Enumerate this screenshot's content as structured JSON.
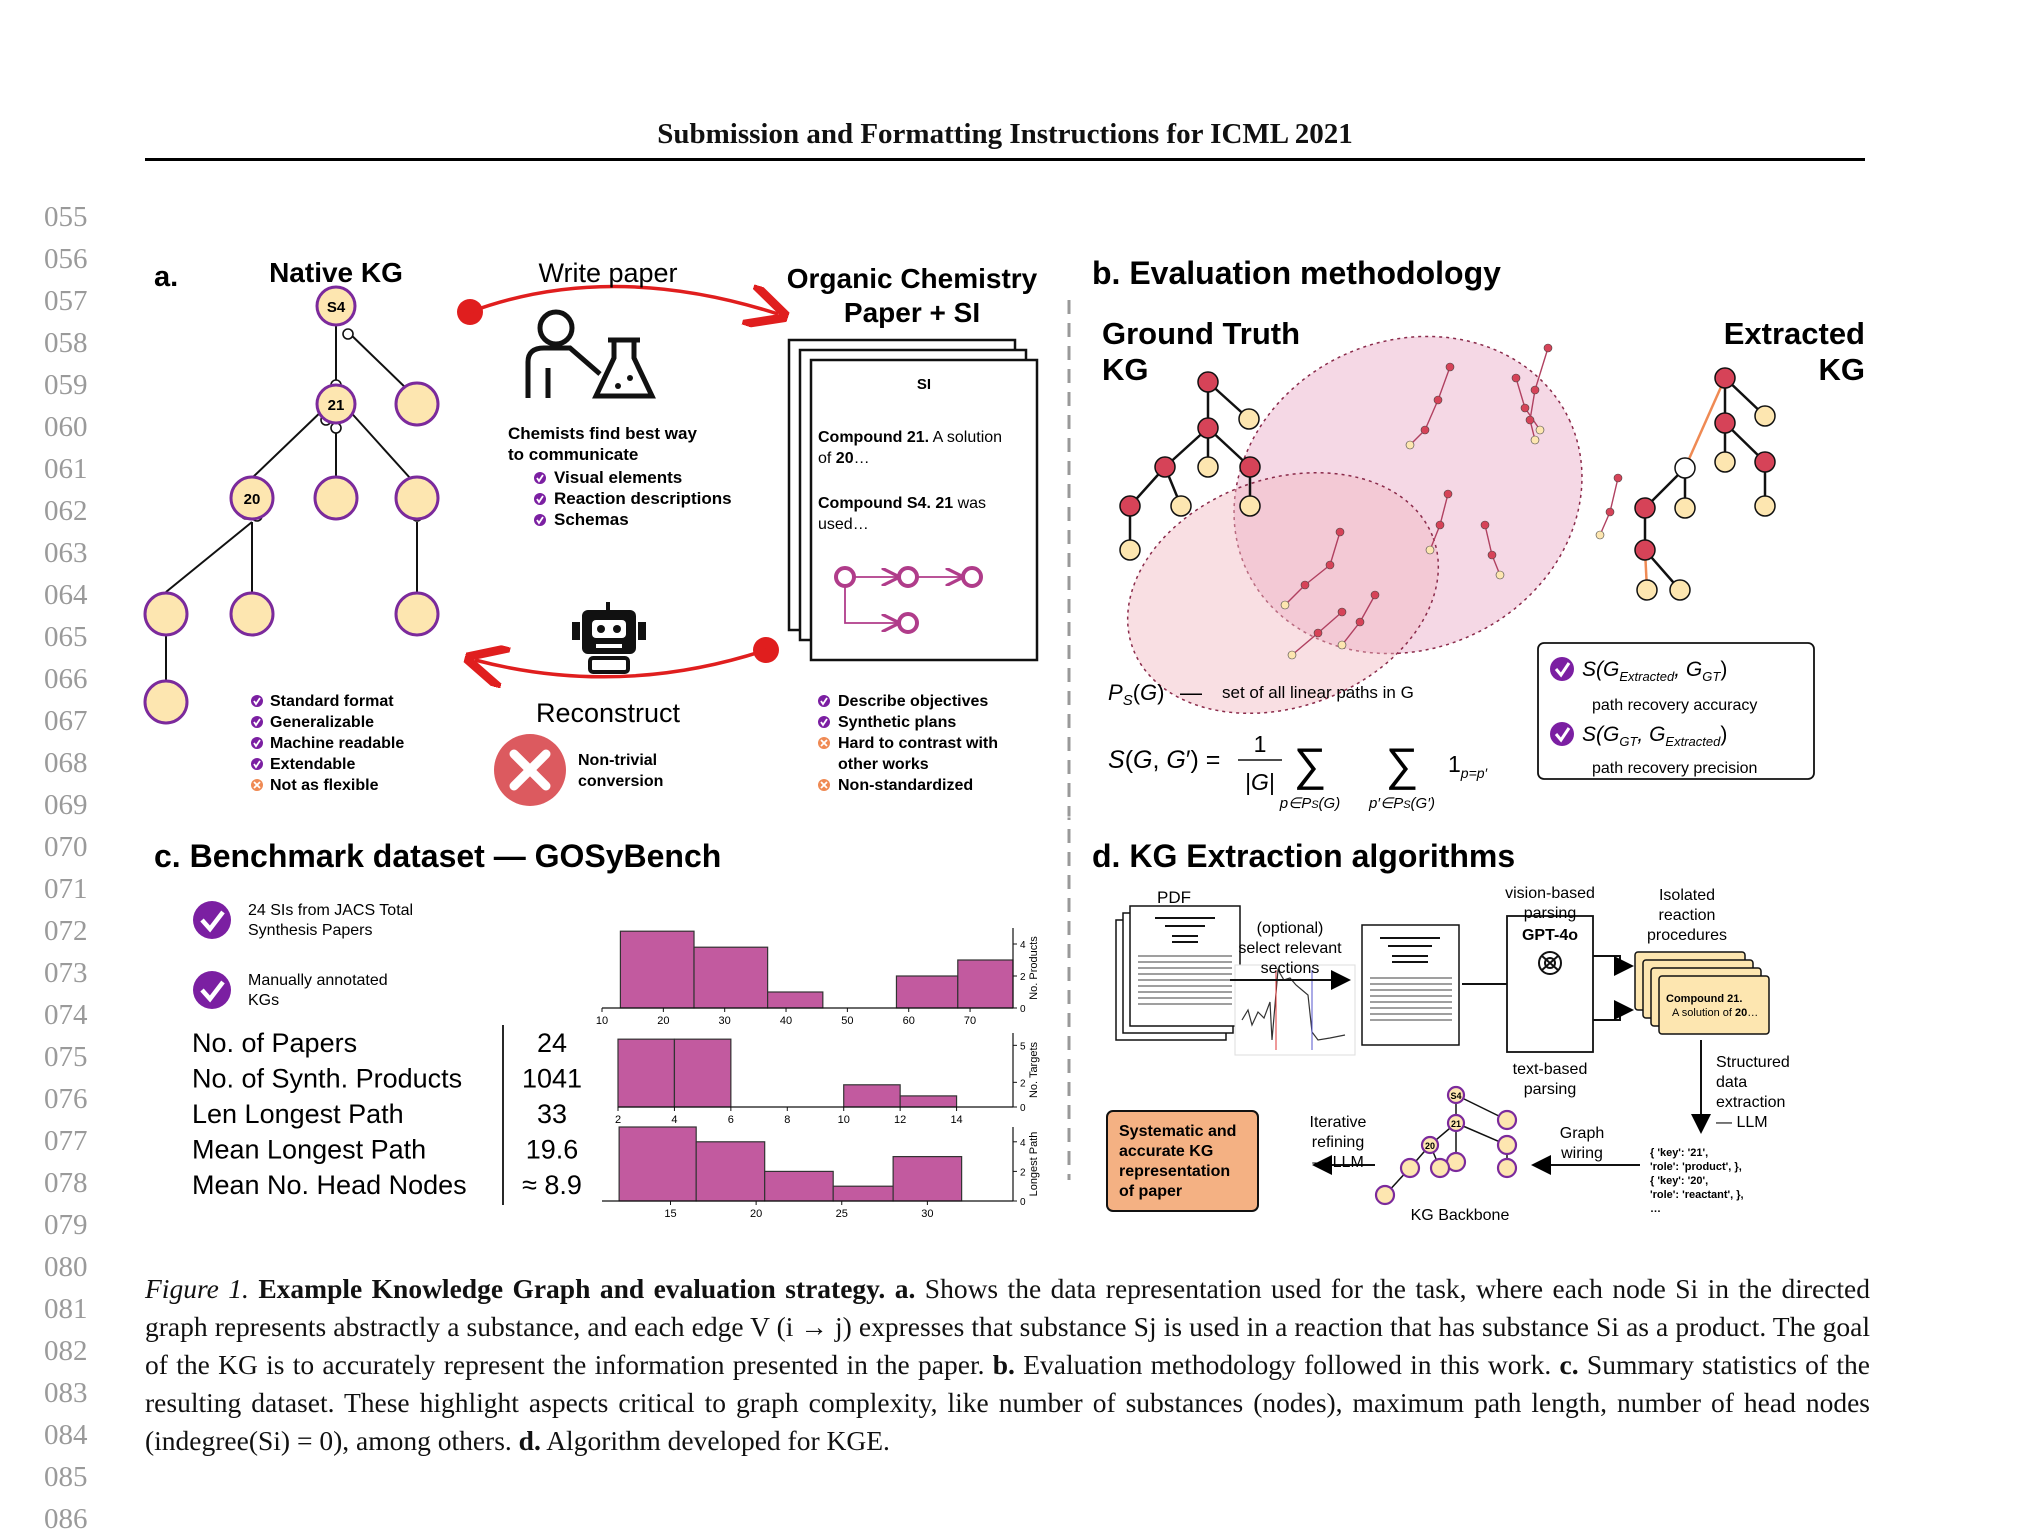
{
  "running_title": "Submission and Formatting Instructions for ICML 2021",
  "line_numbers": [
    "055",
    "056",
    "057",
    "058",
    "059",
    "060",
    "061",
    "062",
    "063",
    "064",
    "065",
    "066",
    "067",
    "068",
    "069",
    "070",
    "071",
    "072",
    "073",
    "074",
    "075",
    "076",
    "077",
    "078",
    "079",
    "080",
    "081",
    "082",
    "083",
    "084",
    "085",
    "086"
  ],
  "panel_a": {
    "label": "a.",
    "native_kg_title": "Native KG",
    "node_labels": [
      "S4",
      "21",
      "20"
    ],
    "write_paper": "Write paper",
    "chemists_text": [
      "Chemists find best way",
      "to communicate"
    ],
    "chemists_bullets": [
      "Visual elements",
      "Reaction descriptions",
      "Schemas"
    ],
    "paper_title": [
      "Organic Chemistry",
      "Paper + SI"
    ],
    "si_label": "SI",
    "compound_21_bold": "Compound 21.",
    "compound_21_rest_1": " A solution",
    "compound_21_rest_2": "of ",
    "compound_21_bold2": "20",
    "compound_21_rest_3": "…",
    "compound_s4_bold": "Compound S4. 21",
    "compound_s4_rest_1": " was",
    "compound_s4_rest_2": "used…",
    "reconstruct": "Reconstruct",
    "nontrivial": [
      "Non-trivial",
      "conversion"
    ],
    "kg_pros": [
      "Standard format",
      "Generalizable",
      "Machine readable",
      "Extendable"
    ],
    "kg_cons": [
      "Not as flexible"
    ],
    "paper_pros": [
      "Describe objectives",
      "Synthetic plans"
    ],
    "paper_cons": [
      [
        "Hard to contrast with",
        "other works"
      ],
      [
        "Non-standardized"
      ]
    ]
  },
  "panel_b": {
    "title": "b. Evaluation methodology",
    "ground_truth": [
      "Ground Truth",
      "KG"
    ],
    "extracted": [
      "Extracted",
      "KG"
    ],
    "ps_desc": "set of all linear paths in G",
    "ps_dash": "—",
    "metric1": "path recovery accuracy",
    "metric2": "path recovery precision"
  },
  "panel_c": {
    "title": "c. Benchmark dataset — GOSyBench",
    "check1": [
      "24 SIs from JACS Total",
      "Synthesis Papers"
    ],
    "check2": [
      "Manually annotated",
      "KGs"
    ],
    "stats": [
      {
        "label": "No. of Papers",
        "value": "24"
      },
      {
        "label": "No. of Synth. Products",
        "value": "1041"
      },
      {
        "label": "Len Longest Path",
        "value": "33"
      },
      {
        "label": "Mean Longest Path",
        "value": "19.6"
      },
      {
        "label": "Mean No. Head Nodes",
        "value": "≈ 8.9"
      }
    ]
  },
  "chart_data": [
    {
      "type": "bar",
      "ylabel": "No. Products",
      "x_ticks": [
        10,
        20,
        30,
        40,
        50,
        60,
        70
      ],
      "xlim": [
        10,
        77
      ],
      "ylim": [
        0,
        5
      ],
      "y_ticks": [
        0,
        2,
        4
      ],
      "bins": [
        [
          13,
          25
        ],
        [
          25,
          37
        ],
        [
          37,
          46
        ],
        [
          46,
          58
        ],
        [
          58,
          68
        ],
        [
          68,
          77
        ]
      ],
      "values": [
        4.8,
        3.8,
        1,
        0,
        2,
        3
      ]
    },
    {
      "type": "bar",
      "ylabel": "No. Targets",
      "x_ticks": [
        2,
        4,
        6,
        8,
        10,
        12,
        14
      ],
      "xlim": [
        2,
        16
      ],
      "ylim": [
        0,
        6
      ],
      "y_ticks": [
        0,
        2,
        5
      ],
      "bins": [
        [
          2,
          4
        ],
        [
          4,
          6
        ],
        [
          6,
          8
        ],
        [
          8,
          10
        ],
        [
          10,
          12
        ],
        [
          12,
          14
        ],
        [
          14,
          16
        ]
      ],
      "values": [
        5.5,
        5.5,
        0,
        0,
        1.8,
        0.9,
        0
      ]
    },
    {
      "type": "bar",
      "ylabel": "Longest Path",
      "x_ticks": [
        15,
        20,
        25,
        30
      ],
      "xlim": [
        11,
        35
      ],
      "ylim": [
        0,
        5
      ],
      "y_ticks": [
        0,
        2,
        4
      ],
      "bins": [
        [
          12,
          16.5
        ],
        [
          16.5,
          20.5
        ],
        [
          20.5,
          24.5
        ],
        [
          24.5,
          28
        ],
        [
          28,
          32
        ],
        [
          32,
          35
        ]
      ],
      "values": [
        5,
        4,
        2,
        1,
        3,
        0
      ]
    }
  ],
  "panel_d": {
    "title": "d. KG Extraction algorithms",
    "pdf": "PDF",
    "optional_select": [
      "(optional)",
      "select relevant",
      "sections"
    ],
    "vision": [
      "vision-based",
      "parsing"
    ],
    "gpt": "GPT-4o",
    "text_based": [
      "text-based",
      "parsing"
    ],
    "isolated": [
      "Isolated",
      "reaction",
      "procedures"
    ],
    "card_bold": "Compound 21.",
    "card_text_1": "A solution of ",
    "card_text_2": "20",
    "card_text_3": "…",
    "structured": [
      "Structured",
      "data",
      "extraction",
      "— LLM"
    ],
    "json_lines": [
      "{  'key': '21',",
      "   'role': 'product',  },",
      "{  'key': '20',",
      "   'role': 'reactant',  },",
      "…"
    ],
    "graph_wiring": [
      "Graph",
      "wiring"
    ],
    "kg_backbone": "KG Backbone",
    "node_labels": [
      "S4",
      "21",
      "20"
    ],
    "iterative": [
      "Iterative",
      "refining",
      "— LLM"
    ],
    "result": [
      "Systematic and",
      "accurate KG",
      "representation",
      "of paper"
    ]
  },
  "caption": {
    "fig_label": "Figure 1.",
    "title": " Example Knowledge Graph and evaluation strategy. ",
    "a_label": "a.",
    "a_text": " Shows the data representation used for the task, where each node Si in the directed graph represents abstractly a substance, and each edge V (i → j) expresses that substance Sj is used in a reaction that has substance Si as a product. The goal of the KG is to accurately represent the information presented in the paper. ",
    "b_label": "b.",
    "b_text": " Evaluation methodology followed in this work. ",
    "c_label": "c.",
    "c_text": " Summary statistics of the resulting dataset. These highlight aspects critical to graph complexity, like number of substances (nodes), maximum path length, number of head nodes (indegree(Si) = 0), among others. ",
    "d_label": "d.",
    "d_text": " Algorithm developed for KGE."
  },
  "colors": {
    "node_fill": "#fde6b0",
    "node_stroke": "#7b2a9c",
    "red": "#e01e1e",
    "purple": "#7b1fa2",
    "orange": "#ef8a54",
    "hist": "#c25a9f",
    "red_node": "#d64358",
    "result_box": "#f4b183"
  }
}
